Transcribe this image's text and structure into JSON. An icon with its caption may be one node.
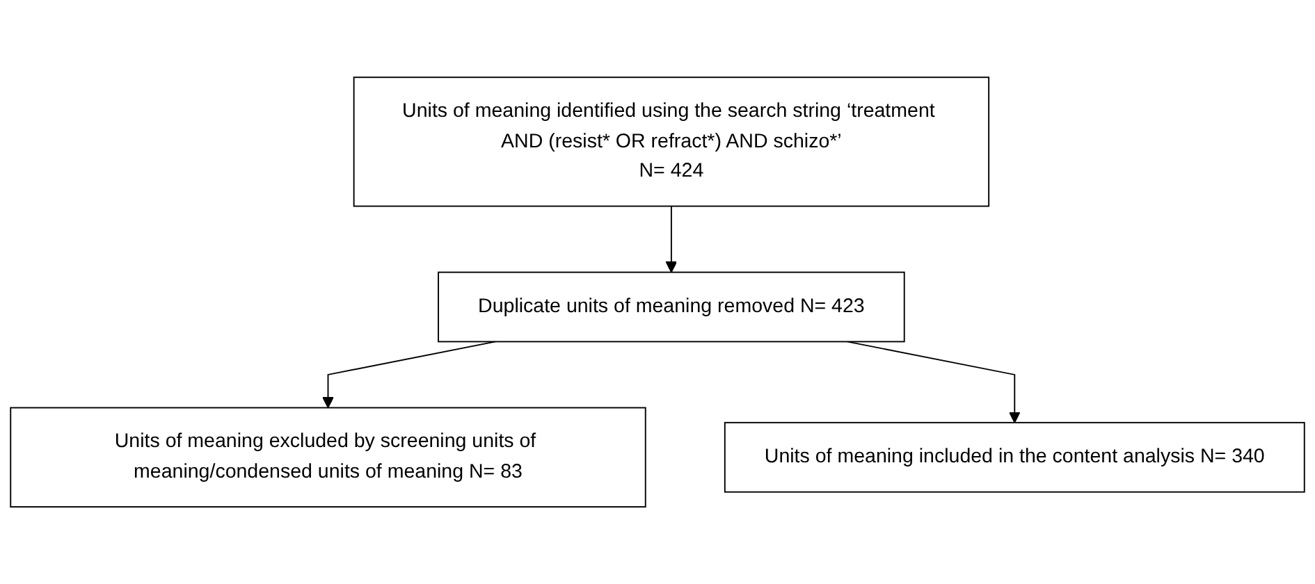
{
  "diagram": {
    "nodes": [
      {
        "text": [
          "Units of meaning identified using the search string ‘treatment AND (resist* OR refract*) AND schizo*’",
          "N= 424"
        ]
      },
      {
        "text": [
          "Duplicate units of meaning removed N= 423"
        ]
      },
      {
        "text": [
          "Units of meaning excluded by screening units of meaning/condensed units of meaning N= 83"
        ]
      },
      {
        "text": [
          "Units of meaning included in the content analysis N= 340"
        ]
      }
    ],
    "edges": [
      {
        "from": 0,
        "to": 1,
        "arrow": "to"
      },
      {
        "from": 1,
        "to": 2,
        "arrow": "to"
      },
      {
        "from": 1,
        "to": 3,
        "arrow": "to"
      }
    ]
  }
}
